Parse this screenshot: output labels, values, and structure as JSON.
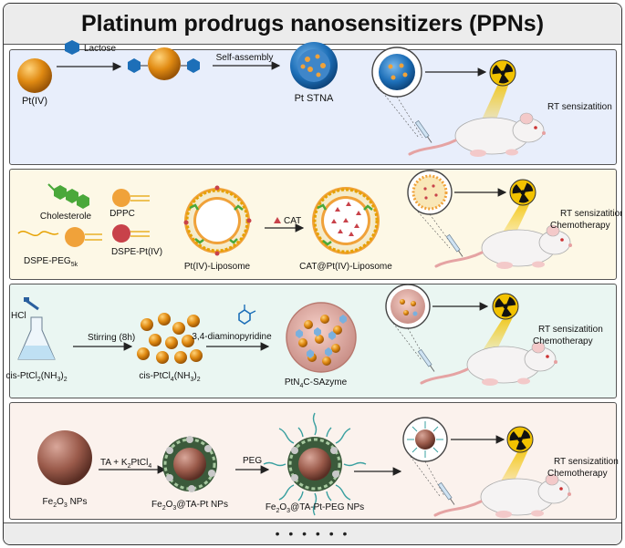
{
  "title": "Platinum prodrugs nanosensitizers (PPNs)",
  "footer_dots": "• • • • • •",
  "panel1": {
    "pt_iv": "Pt(IV)",
    "lactose": "Lactose",
    "self_assembly": "Self-assembly",
    "pt_stna": "Pt STNA",
    "outcome": "RT sensizatition"
  },
  "panel2": {
    "cholesterole": "Cholesterole",
    "dppc": "DPPC",
    "dspe_peg": "DSPE-PEG",
    "dspe_peg_sub": "5k",
    "dspe_pt": "DSPE-Pt(IV)",
    "liposome": "Pt(IV)-Liposome",
    "cat": "CAT",
    "cat_liposome": "CAT@Pt(IV)-Liposome",
    "outcome1": "RT sensizatition",
    "outcome2": "Chemotherapy"
  },
  "panel3": {
    "hcl": "HCl",
    "cis_a": "cis-PtCl",
    "cis_a_sub1": "2",
    "cis_a_mid": "(NH",
    "cis_a_sub2": "3",
    "cis_a_end": ")",
    "cis_a_sub3": "2",
    "stirring": "Stirring (8h)",
    "cis_b": "cis-PtCl",
    "cis_b_sub1": "4",
    "cis_b_mid": "(NH",
    "cis_b_sub2": "3",
    "cis_b_end": ")",
    "cis_b_sub3": "2",
    "diamino": "3,4-diaminopyridine",
    "saz_a": "PtN",
    "saz_sub": "4",
    "saz_b": "C-SAzyme",
    "outcome1": "RT sensizatition",
    "outcome2": "Chemotherapy"
  },
  "panel4": {
    "fe_a": "Fe",
    "fe_sub1": "2",
    "fe_mid": "O",
    "fe_sub2": "3",
    "fe_end": " NPs",
    "ta": "TA + K",
    "ta_sub1": "2",
    "ta_mid": "PtCl",
    "ta_sub2": "4",
    "peg": "PEG",
    "ta_np_a": "Fe",
    "ta_np_sub1": "2",
    "ta_np_mid": "O",
    "ta_np_sub2": "3",
    "ta_np_end": "@TA-Pt NPs",
    "peg_np_a": "Fe",
    "peg_np_sub1": "2",
    "peg_np_mid": "O",
    "peg_np_sub2": "3",
    "peg_np_end": "@TA-Pt-PEG NPs",
    "outcome1": "RT sensizatition",
    "outcome2": "Chemotherapy"
  },
  "colors": {
    "panel1_bg": "#e8eefb",
    "panel2_bg": "#fdf8e6",
    "panel3_bg": "#eaf6f2",
    "panel4_bg": "#fbf2ed",
    "orange": "#e08a12",
    "blue_hex": "#1d6fb8",
    "green": "#4aa83a",
    "red_head": "#c8424a",
    "rust": "#9a5a4a",
    "radiation": "#f2c200"
  }
}
